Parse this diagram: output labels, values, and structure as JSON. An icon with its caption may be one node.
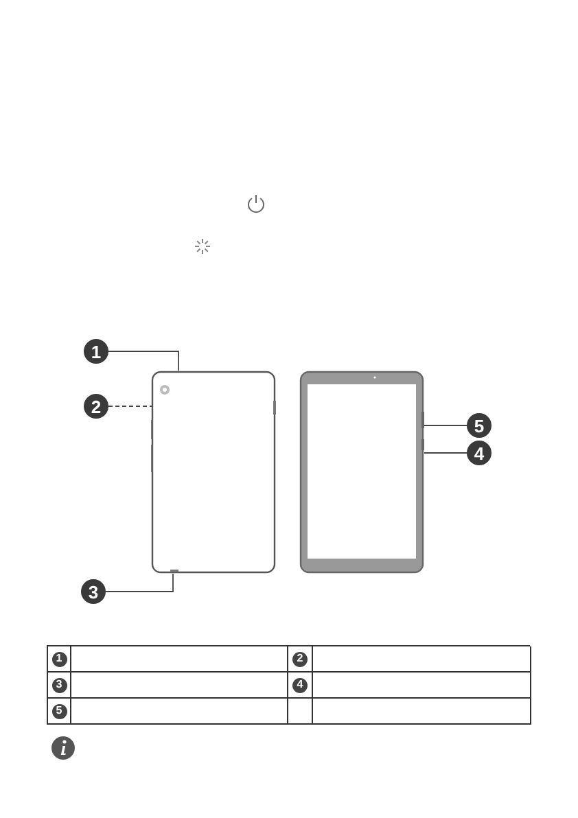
{
  "diagram": {
    "nodes": [
      {
        "text": [
          "1"
        ]
      },
      {
        "text": [
          "2"
        ]
      },
      {
        "text": [
          "3"
        ]
      },
      {
        "text": [],
        "shape": "picture"
      },
      {
        "text": [],
        "shape": "picture"
      },
      {
        "text": [
          "5"
        ]
      },
      {
        "text": [
          "4"
        ]
      }
    ],
    "edges": [
      {
        "from": 0,
        "to": 3,
        "arrow": "none"
      },
      {
        "from": 1,
        "to": 3,
        "arrow": "none",
        "style": "dashed"
      },
      {
        "from": 2,
        "to": 3,
        "arrow": "none"
      },
      {
        "from": 5,
        "to": 4,
        "arrow": "none"
      },
      {
        "from": 6,
        "to": 4,
        "arrow": "none"
      }
    ],
    "labels": [
      "1",
      "2",
      "3",
      "4",
      "5"
    ]
  }
}
